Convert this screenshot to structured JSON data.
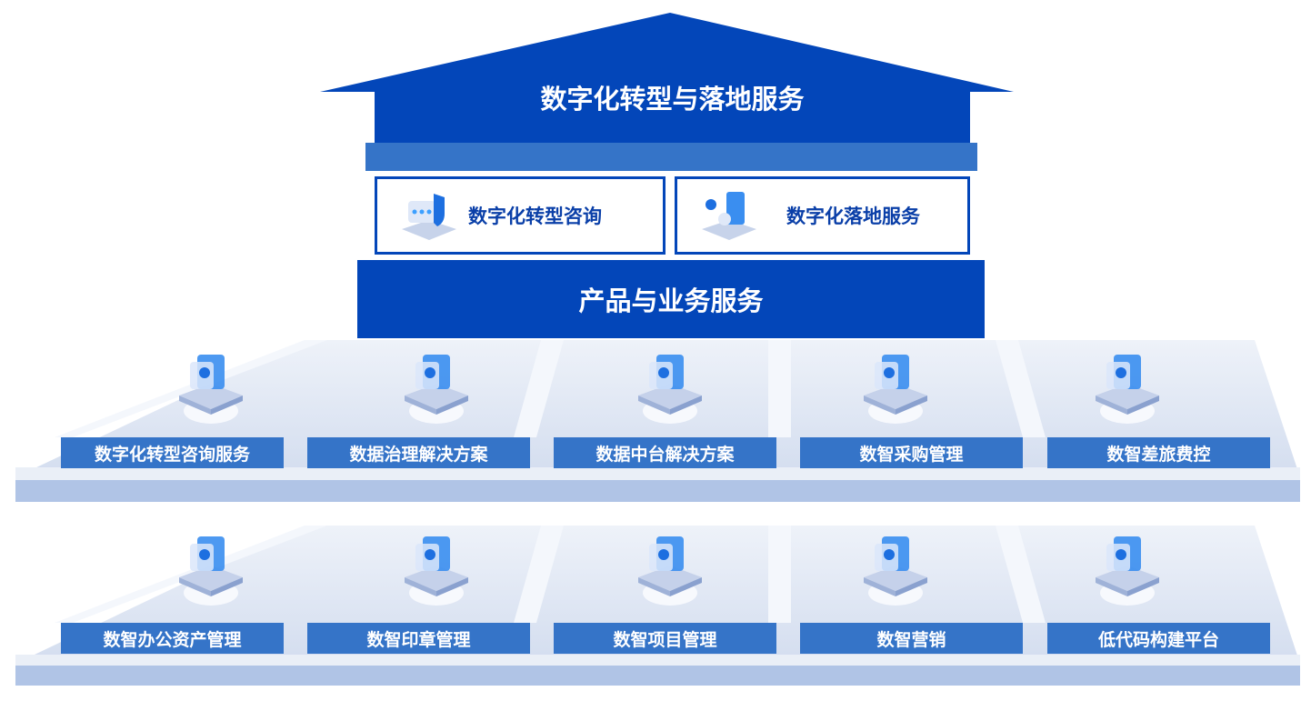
{
  "roof": {
    "title": "数字化转型与落地服务"
  },
  "services": [
    {
      "label": "数字化转型咨询",
      "icon": "chat-shield-icon"
    },
    {
      "label": "数字化落地服务",
      "icon": "phone-service-icon"
    }
  ],
  "product_bar": {
    "title": "产品与业务服务"
  },
  "row1": [
    {
      "label": "数字化转型咨询服务",
      "icon": "user-consult-icon"
    },
    {
      "label": "数据治理解决方案",
      "icon": "data-search-icon"
    },
    {
      "label": "数据中台解决方案",
      "icon": "data-platform-icon"
    },
    {
      "label": "数智采购管理",
      "icon": "procurement-icon"
    },
    {
      "label": "数智差旅费控",
      "icon": "travel-expense-icon"
    }
  ],
  "row2": [
    {
      "label": "数智办公资产管理",
      "icon": "office-asset-icon"
    },
    {
      "label": "数智印章管理",
      "icon": "seal-icon"
    },
    {
      "label": "数智项目管理",
      "icon": "project-icon"
    },
    {
      "label": "数智营销",
      "icon": "marketing-icon"
    },
    {
      "label": "低代码构建平台",
      "icon": "lowcode-icon"
    }
  ],
  "colors": {
    "primary": "#0346b9",
    "secondary": "#3574c8",
    "platform_top": "#e4ebf6",
    "platform_front": "#b0c4e6"
  }
}
